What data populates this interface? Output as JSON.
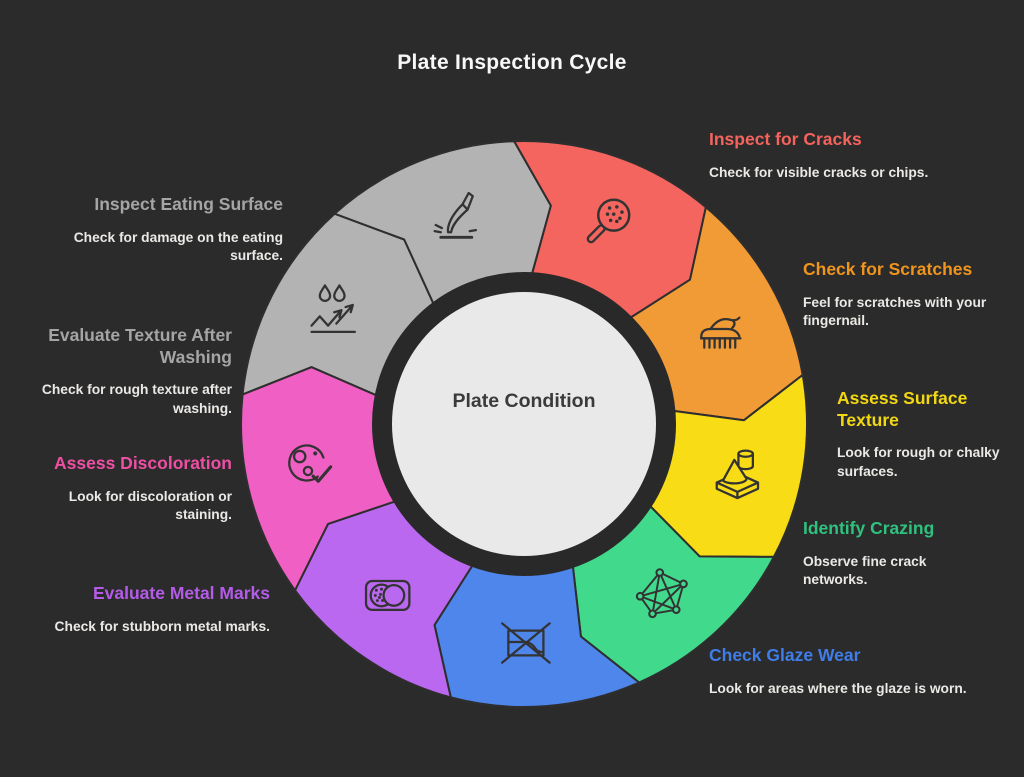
{
  "title": "Plate Inspection Cycle",
  "center_label": "Plate Condition",
  "colors": {
    "background": "#2b2b2b",
    "center_fill": "#e9e9e9",
    "center_ring": "#292929",
    "center_text": "#3b3b3b",
    "segment_outline": "#2e2e2e",
    "icon_stroke": "#333333",
    "description_text": "#ebe9e6",
    "title_text": "#f8f8f8"
  },
  "segments": [
    {
      "label": "Inspect for Cracks",
      "description": "Check for visible cracks or chips.",
      "fill": "#f4655f",
      "label_color": "#f4635c",
      "icon": "strainer-icon"
    },
    {
      "label": "Check for Scratches",
      "description": "Feel for scratches with your fingernail.",
      "fill": "#f19b37",
      "label_color": "#f0941d",
      "icon": "hand-comb-icon"
    },
    {
      "label": "Assess Surface Texture",
      "description": "Look for rough or chalky surfaces.",
      "fill": "#f8dc15",
      "label_color": "#f2d713",
      "icon": "texture-objects-icon"
    },
    {
      "label": "Identify Crazing",
      "description": "Observe fine crack networks.",
      "fill": "#41d98b",
      "label_color": "#2ec27e",
      "icon": "crack-network-icon"
    },
    {
      "label": "Check Glaze Wear",
      "description": "Look for areas where the glaze is worn.",
      "fill": "#4e86ec",
      "label_color": "#3f7de8",
      "icon": "no-wash-icon"
    },
    {
      "label": "Evaluate Metal Marks",
      "description": "Check for stubborn metal marks.",
      "fill": "#bb68f0",
      "label_color": "#b45ce8",
      "icon": "metal-marks-icon"
    },
    {
      "label": "Assess Discoloration",
      "description": "Look for discoloration or staining.",
      "fill": "#f05fc3",
      "label_color": "#ee4fa4",
      "icon": "discoloration-icon"
    },
    {
      "label": "Evaluate Texture After Washing",
      "description": "Check for rough texture after washing.",
      "fill": "#b3b3b3",
      "label_color": "#a5a5a5",
      "icon": "water-repel-icon"
    },
    {
      "label": "Inspect Eating Surface",
      "description": "Check for damage on the eating surface.",
      "fill": "#b3b3b3",
      "label_color": "#a5a5a5",
      "icon": "knife-scratch-icon"
    }
  ]
}
